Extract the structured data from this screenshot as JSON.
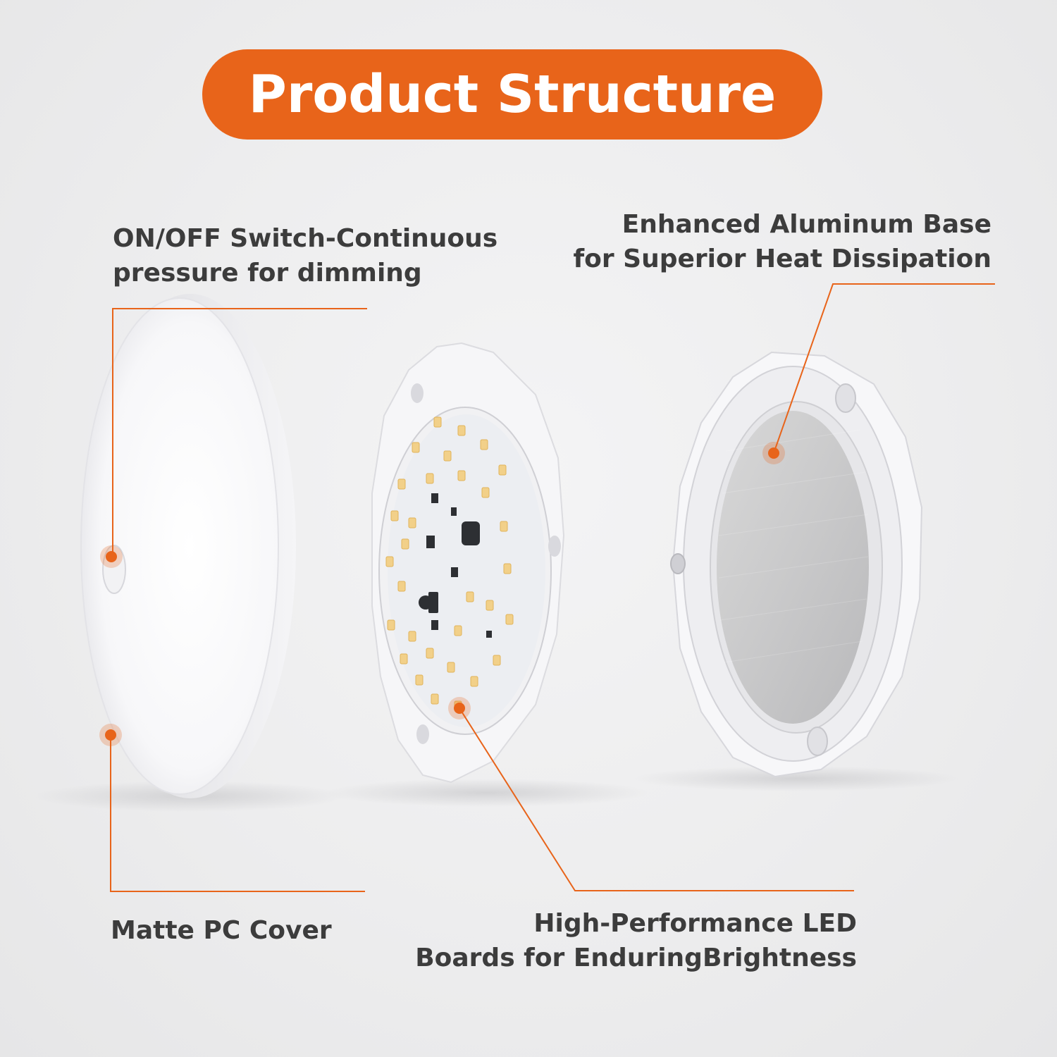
{
  "title": "Product Structure",
  "callouts": {
    "switch": {
      "lines": [
        "ON/OFF Switch-Continuous",
        "pressure for dimming"
      ]
    },
    "base": {
      "lines": [
        "Enhanced Aluminum Base",
        "for Superior Heat Dissipation"
      ]
    },
    "cover": {
      "lines": [
        "Matte PC Cover"
      ]
    },
    "led": {
      "lines": [
        "High-Performance LED",
        "Boards for EnduringBrightness"
      ]
    }
  },
  "colors": {
    "accent": "#e8641a",
    "text": "#3c3c3c",
    "background": "#ededee"
  }
}
